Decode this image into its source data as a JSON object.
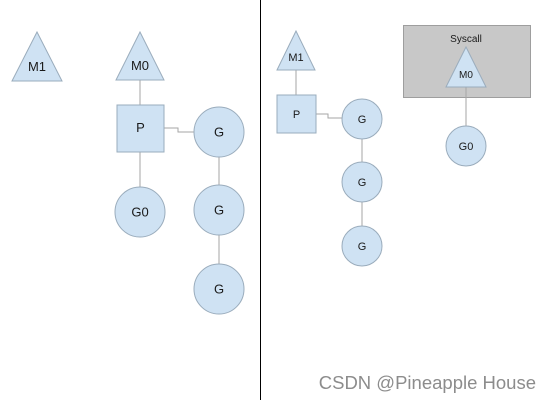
{
  "left": {
    "m1": "M1",
    "m0": "M0",
    "p": "P",
    "run_queue": [
      "G",
      "G",
      "G"
    ],
    "g0": "G0"
  },
  "right": {
    "m1": "M1",
    "p": "P",
    "run_queue": [
      "G",
      "G",
      "G"
    ],
    "syscall": {
      "title": "Syscall",
      "m0": "M0",
      "g0": "G0"
    }
  },
  "watermark": "CSDN @Pineapple House",
  "colors": {
    "node_fill": "#cfe2f3",
    "node_stroke": "#9aacbc",
    "connector": "#a6a6a6",
    "syscall_fill": "#c8c8c8",
    "syscall_stroke": "#9e9e9e",
    "divider": "#000000",
    "label": "#1a1a1a",
    "watermark": "#8c8c8c"
  }
}
